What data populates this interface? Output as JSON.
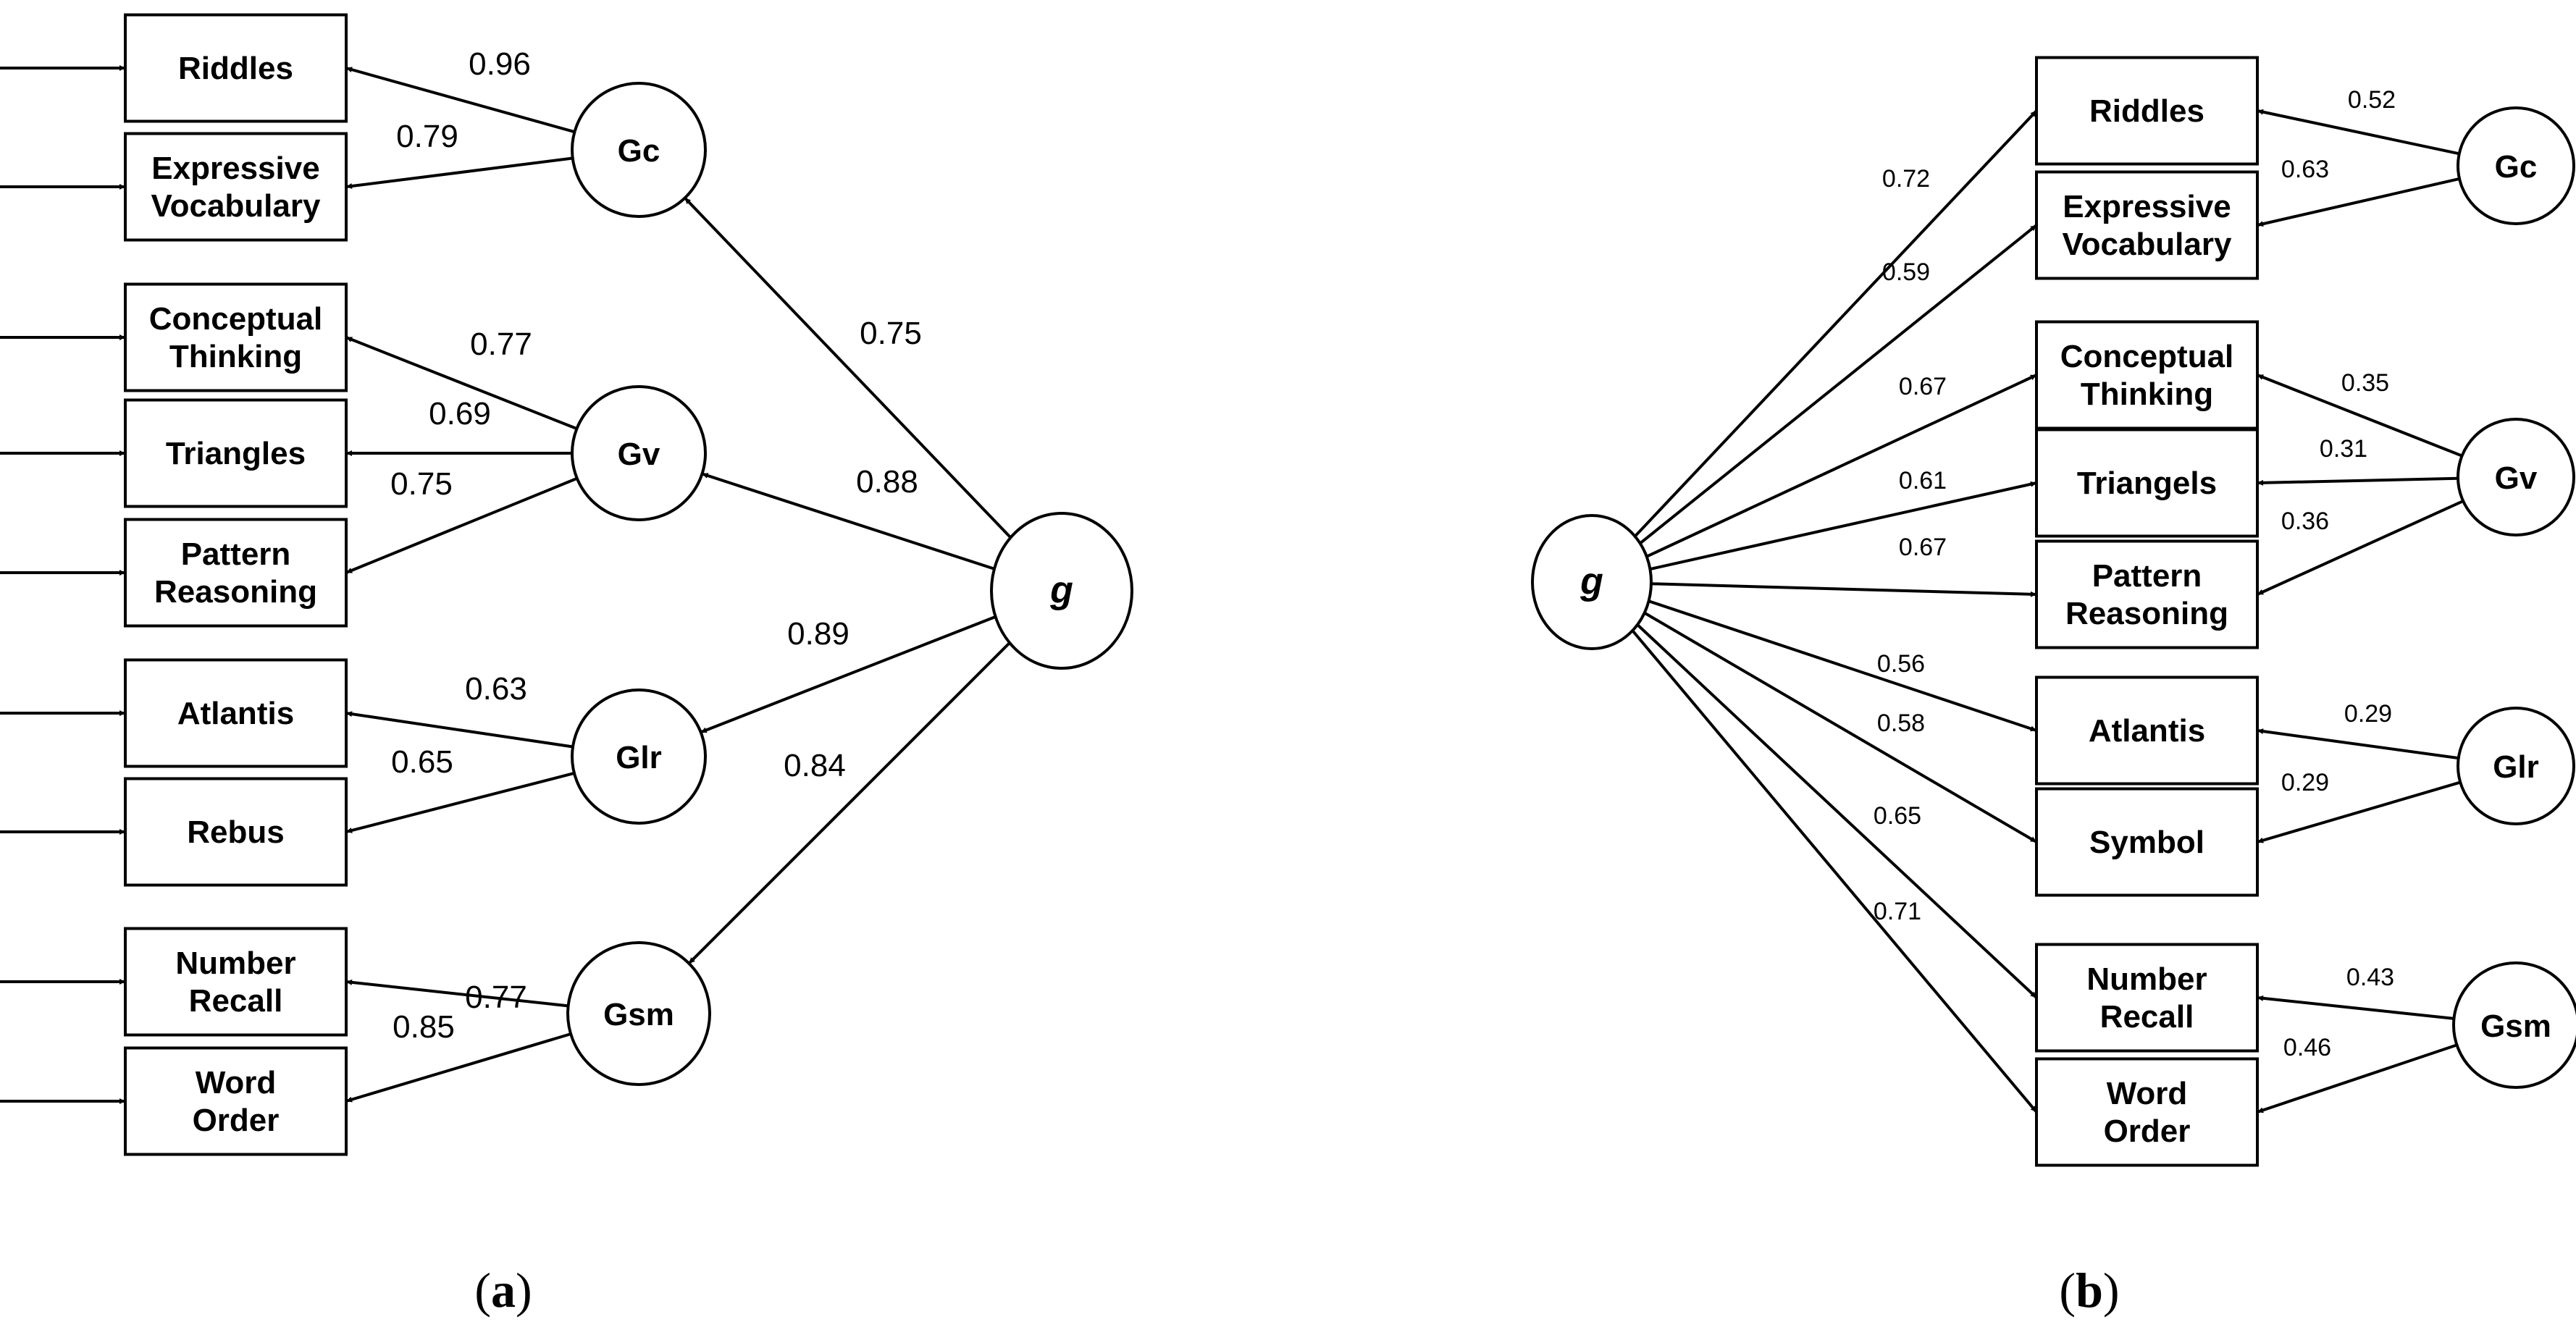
{
  "panel_a": {
    "label_letter": "a",
    "general_factor": "g",
    "factors": [
      {
        "id": "Gc",
        "label": "Gc",
        "g_loading": "0.75"
      },
      {
        "id": "Gv",
        "label": "Gv",
        "g_loading": "0.88"
      },
      {
        "id": "Glr",
        "label": "Glr",
        "g_loading": "0.89"
      },
      {
        "id": "Gsm",
        "label": "Gsm",
        "g_loading": "0.84"
      }
    ],
    "indicators": [
      {
        "lines": [
          "Riddles"
        ],
        "factor": "Gc",
        "loading": "0.96"
      },
      {
        "lines": [
          "Expressive",
          "Vocabulary"
        ],
        "factor": "Gc",
        "loading": "0.79"
      },
      {
        "lines": [
          "Conceptual",
          "Thinking"
        ],
        "factor": "Gv",
        "loading": "0.77"
      },
      {
        "lines": [
          "Triangles"
        ],
        "factor": "Gv",
        "loading": "0.69"
      },
      {
        "lines": [
          "Pattern",
          "Reasoning"
        ],
        "factor": "Gv",
        "loading": "0.75"
      },
      {
        "lines": [
          "Atlantis"
        ],
        "factor": "Glr",
        "loading": "0.63"
      },
      {
        "lines": [
          "Rebus"
        ],
        "factor": "Glr",
        "loading": "0.65"
      },
      {
        "lines": [
          "Number",
          "Recall"
        ],
        "factor": "Gsm",
        "loading": "0.77"
      },
      {
        "lines": [
          "Word",
          "Order"
        ],
        "factor": "Gsm",
        "loading": "0.85"
      }
    ]
  },
  "panel_b": {
    "label_letter": "b",
    "general_factor": "g",
    "factors": [
      {
        "id": "Gc",
        "label": "Gc"
      },
      {
        "id": "Gv",
        "label": "Gv"
      },
      {
        "id": "Glr",
        "label": "Glr"
      },
      {
        "id": "Gsm",
        "label": "Gsm"
      }
    ],
    "indicators": [
      {
        "lines": [
          "Riddles"
        ],
        "factor": "Gc",
        "g_loading": "0.72",
        "factor_loading": "0.52"
      },
      {
        "lines": [
          "Expressive",
          "Vocabulary"
        ],
        "factor": "Gc",
        "g_loading": "0.59",
        "factor_loading": "0.63"
      },
      {
        "lines": [
          "Conceptual",
          "Thinking"
        ],
        "factor": "Gv",
        "g_loading": "0.67",
        "factor_loading": "0.35"
      },
      {
        "lines": [
          "Triangels"
        ],
        "factor": "Gv",
        "g_loading": "0.61",
        "factor_loading": "0.31"
      },
      {
        "lines": [
          "Pattern",
          "Reasoning"
        ],
        "factor": "Gv",
        "g_loading": "0.67",
        "factor_loading": "0.36"
      },
      {
        "lines": [
          "Atlantis"
        ],
        "factor": "Glr",
        "g_loading": "0.56",
        "factor_loading": "0.29"
      },
      {
        "lines": [
          "Symbol"
        ],
        "factor": "Glr",
        "g_loading": "0.58",
        "factor_loading": "0.29"
      },
      {
        "lines": [
          "Number",
          "Recall"
        ],
        "factor": "Gsm",
        "g_loading": "0.65",
        "factor_loading": "0.43"
      },
      {
        "lines": [
          "Word",
          "Order"
        ],
        "factor": "Gsm",
        "g_loading": "0.71",
        "factor_loading": "0.46"
      }
    ]
  }
}
